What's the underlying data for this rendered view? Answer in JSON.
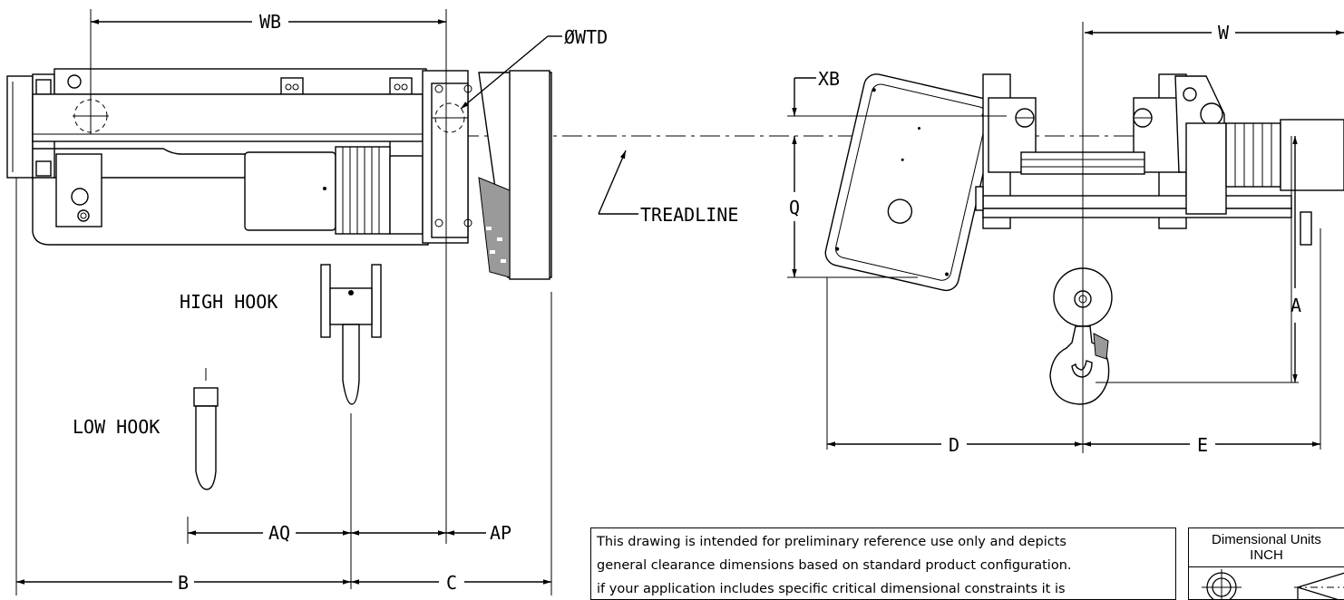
{
  "labels": {
    "wb": "WB",
    "wtd": "ØWTD",
    "w": "W",
    "xb": "XB",
    "treadline": "TREADLINE",
    "q": "Q",
    "high_hook": "HIGH HOOK",
    "low_hook": "LOW HOOK",
    "a": "A",
    "d": "D",
    "e": "E",
    "aq": "AQ",
    "ap": "AP",
    "b": "B",
    "c": "C"
  },
  "note": {
    "lines": [
      "This drawing is intended for preliminary reference use only and depicts",
      "general clearance dimensions based on standard product configuration.",
      "if your application includes specific critical dimensional constraints it is"
    ]
  },
  "units_box": {
    "title": "Dimensional Units",
    "unit": "INCH"
  }
}
